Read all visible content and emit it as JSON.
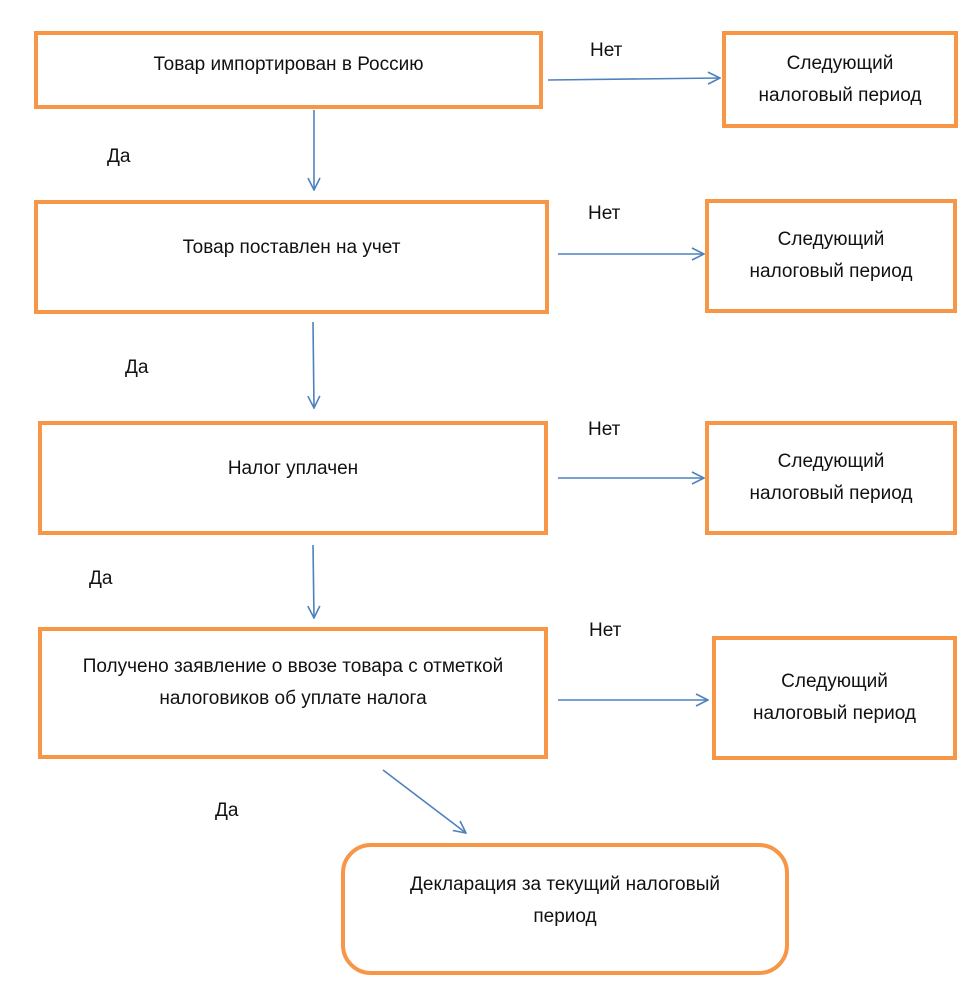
{
  "steps": [
    {
      "text": "Товар импортирован в Россию"
    },
    {
      "text": "Товар поставлен на учет"
    },
    {
      "text": "Налог уплачен"
    },
    {
      "text": "Получено заявление о ввозе товара с отметкой налоговиков об уплате налога"
    }
  ],
  "side_boxes": [
    {
      "line1": "Следующий",
      "line2": "налоговый период"
    },
    {
      "line1": "Следующий",
      "line2": "налоговый период"
    },
    {
      "line1": "Следующий",
      "line2": "налоговый период"
    },
    {
      "line1": "Следующий",
      "line2": "налоговый период"
    }
  ],
  "final": {
    "line1": "Декларация за текущий налоговый",
    "line2": "период"
  },
  "labels": {
    "yes": [
      "Да",
      "Да",
      "Да",
      "Да"
    ],
    "no": [
      "Нет",
      "Нет",
      "Нет",
      "Нет"
    ]
  },
  "colors": {
    "box_border": "#F79646",
    "arrow": "#4F81BD"
  }
}
